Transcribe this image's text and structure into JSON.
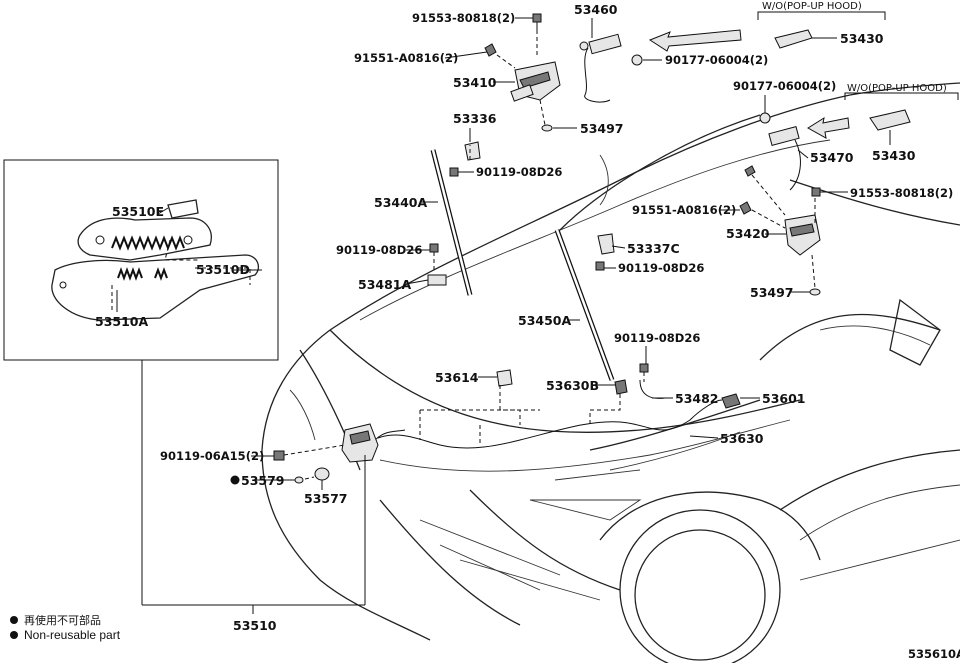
{
  "labels": {
    "p53460": "53460",
    "p91553_top": "91553-80818(2)",
    "p91551_top": "91551-A0816(2)",
    "p90177_top": "90177-06004(2)",
    "p53410": "53410",
    "p53497_top": "53497",
    "p53430_top": "53430",
    "p53430_right": "53430",
    "p90177_right": "90177-06004(2)",
    "p53470": "53470",
    "p91553_right": "91553-80818(2)",
    "p91551_right": "91551-A0816(2)",
    "p53420": "53420",
    "p53497_right": "53497",
    "p53336": "53336",
    "p90119_08D26_a": "90119-08D26",
    "p53440A": "53440A",
    "p90119_08D26_b": "90119-08D26",
    "p53481A": "53481A",
    "p53337C": "53337C",
    "p90119_08D26_c": "90119-08D26",
    "p53450A": "53450A",
    "p90119_08D26_d": "90119-08D26",
    "p53614": "53614",
    "p53630B": "53630B",
    "p53482": "53482",
    "p53601": "53601",
    "p53630": "53630",
    "p90119_06A15": "90119-06A15(2)",
    "p53579": "53579",
    "p53577": "53577",
    "p53510": "53510",
    "p53510E": "53510E",
    "p53510D": "53510D",
    "p53510A": "53510A"
  },
  "notes": {
    "wo_popup_hood_1": "W/O(POP-UP HOOD)",
    "wo_popup_hood_2": "W/O(POP-UP HOOD)"
  },
  "legend": {
    "line_jp": "再使用不可部品",
    "line_en": "Non-reusable part"
  },
  "figure_id": "535610A"
}
